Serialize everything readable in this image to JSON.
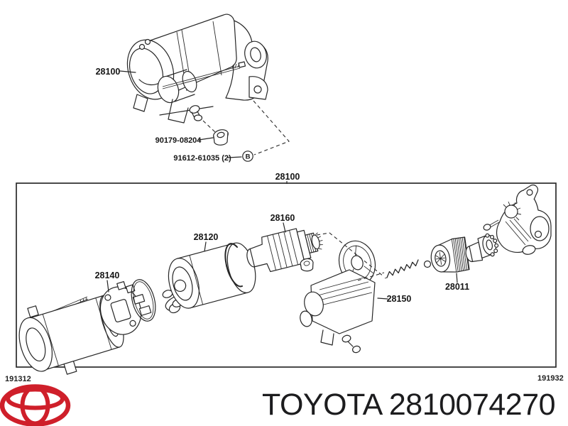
{
  "page": {
    "background_color": "#ffffff",
    "line_color": "#262626"
  },
  "top_diagram": {
    "assembly_label": "28100",
    "nut_label": "90179-08204",
    "bolt_label": "91612-61035 (2)",
    "bolt_marker": "B"
  },
  "exploded_diagram": {
    "box_label": "28100",
    "part_labels": [
      "28120",
      "28140",
      "28150",
      "28160",
      "28011"
    ],
    "figure_code_left": "191312",
    "figure_code_right": "191932"
  },
  "footer": {
    "title": "TOYOTA 2810074270",
    "logo_icon": "toyota-logo",
    "logo_color": "#cf1f2a"
  }
}
